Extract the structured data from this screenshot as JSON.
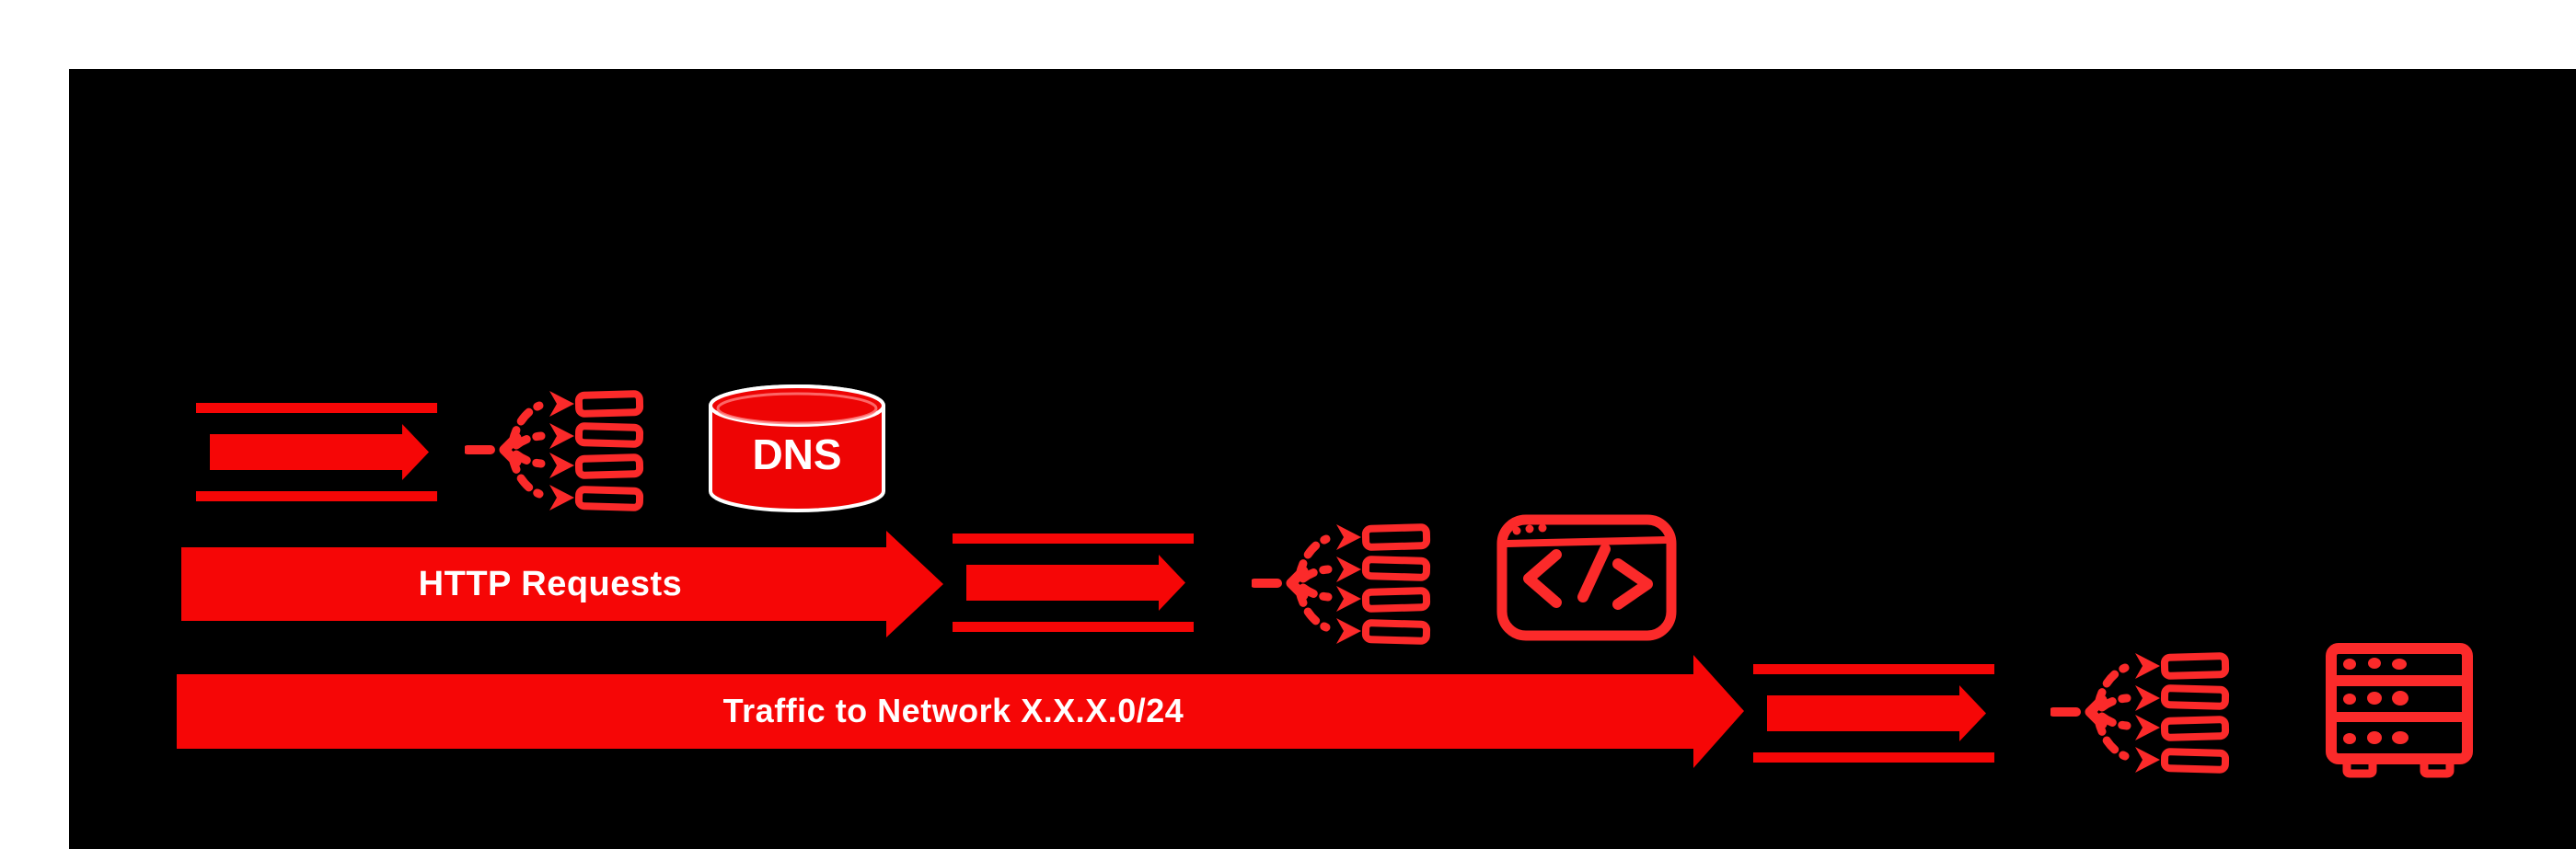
{
  "colors": {
    "page_bg": "#ffffff",
    "panel_bg": "#000000",
    "arrow_red": "#f60606",
    "icon_red": "#fb2a2a",
    "dns_fill": "#ee0404",
    "dns_stroke": "#ffffff",
    "label_text": "#ffffff"
  },
  "labels": {
    "dns": "DNS",
    "http_arrow": "HTTP Requests",
    "traffic_arrow": "Traffic to Network X.X.X.0/24"
  },
  "diagram": {
    "type": "network-traffic-flow",
    "rows": [
      {
        "id": "dns-lookup",
        "dns_label": "DNS",
        "icons": [
          "speed-arrow-icon",
          "load-balancer-fanout-icon",
          "dns-database-icon"
        ]
      },
      {
        "id": "http-requests",
        "arrow_label": "HTTP Requests",
        "icons": [
          "http-requests-arrow",
          "speed-arrow-icon",
          "load-balancer-fanout-icon",
          "code-window-icon"
        ]
      },
      {
        "id": "network-traffic",
        "arrow_label": "Traffic to Network X.X.X.0/24",
        "icons": [
          "network-traffic-arrow",
          "speed-arrow-icon",
          "load-balancer-fanout-icon",
          "server-rack-icon"
        ]
      }
    ]
  }
}
